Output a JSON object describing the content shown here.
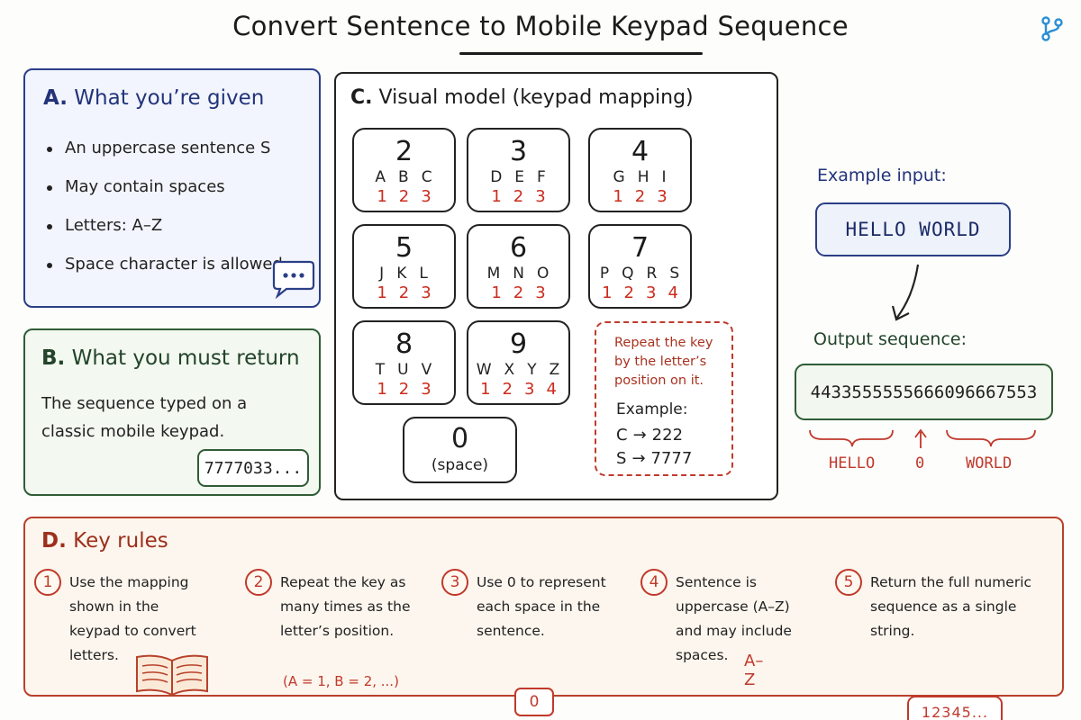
{
  "title": "Convert Sentence to Mobile Keypad Sequence",
  "panel_a": {
    "letter": "A.",
    "heading": "What you’re given",
    "bullets": [
      "An uppercase sentence S",
      "May contain spaces",
      "Letters: A–Z",
      "Space character is allowed"
    ],
    "chat_icon_text": "•••"
  },
  "panel_b": {
    "letter": "B.",
    "heading": "What you must return",
    "text": "The sequence typed on a classic mobile keypad.",
    "example": "7777033..."
  },
  "panel_c": {
    "letter": "C.",
    "heading": "Visual model (keypad mapping)",
    "keys": [
      {
        "num": "2",
        "letters": [
          "A",
          "B",
          "C"
        ],
        "positions": [
          "1",
          "2",
          "3"
        ]
      },
      {
        "num": "3",
        "letters": [
          "D",
          "E",
          "F"
        ],
        "positions": [
          "1",
          "2",
          "3"
        ]
      },
      {
        "num": "4",
        "letters": [
          "G",
          "H",
          "I"
        ],
        "positions": [
          "1",
          "2",
          "3"
        ]
      },
      {
        "num": "5",
        "letters": [
          "J",
          "K",
          "L"
        ],
        "positions": [
          "1",
          "2",
          "3"
        ]
      },
      {
        "num": "6",
        "letters": [
          "M",
          "N",
          "O"
        ],
        "positions": [
          "1",
          "2",
          "3"
        ]
      },
      {
        "num": "7",
        "letters": [
          "P",
          "Q",
          "R",
          "S"
        ],
        "positions": [
          "1",
          "2",
          "3",
          "4"
        ]
      },
      {
        "num": "8",
        "letters": [
          "T",
          "U",
          "V"
        ],
        "positions": [
          "1",
          "2",
          "3"
        ]
      },
      {
        "num": "9",
        "letters": [
          "W",
          "X",
          "Y",
          "Z"
        ],
        "positions": [
          "1",
          "2",
          "3",
          "4"
        ]
      }
    ],
    "zero_key": {
      "num": "0",
      "label": "(space)"
    },
    "repeat_note": "Repeat the key by the letter’s position on it.",
    "example_label": "Example:",
    "examples": [
      {
        "from": "C",
        "arrow": "→",
        "to": "222"
      },
      {
        "from": "S",
        "arrow": "→",
        "to": "7777"
      }
    ]
  },
  "example": {
    "input_label": "Example input:",
    "input": "HELLO WORLD",
    "output_label": "Output sequence:",
    "output": "4433555555666096667553",
    "groups": [
      "HELLO",
      "0",
      "WORLD"
    ]
  },
  "panel_d": {
    "letter": "D.",
    "heading": "Key rules",
    "rules": [
      {
        "num": "1",
        "text": "Use the mapping shown in the keypad to convert letters."
      },
      {
        "num": "2",
        "text": "Repeat the key as many times as the letter’s position.",
        "sub": "(A = 1, B = 2, ...)"
      },
      {
        "num": "3",
        "text": "Use 0 to represent each space in the sentence.",
        "badge": "0"
      },
      {
        "num": "4",
        "text": "Sentence is uppercase (A–Z) and may include spaces.",
        "badge": "A–Z"
      },
      {
        "num": "5",
        "text": "Return the full numeric sequence as a single string.",
        "badge": "12345..."
      }
    ]
  },
  "colors": {
    "given_blue": "#2b3f86",
    "return_green": "#2f5d36",
    "rules_red": "#c0392b"
  }
}
